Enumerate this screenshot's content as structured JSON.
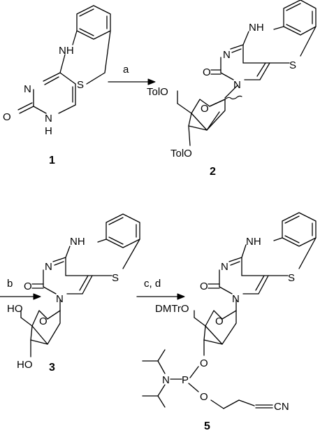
{
  "scheme": {
    "compounds": [
      {
        "id": "1",
        "label": "1"
      },
      {
        "id": "2",
        "label": "2"
      },
      {
        "id": "3",
        "label": "3"
      },
      {
        "id": "5",
        "label": "5"
      }
    ],
    "reagents": {
      "step1": "a",
      "step2": "b",
      "step3": "c, d"
    },
    "atoms": {
      "nh": "NH",
      "h": "H",
      "n": "N",
      "s": "S",
      "o": "O",
      "p": "P",
      "tolo": "TolO",
      "ho": "HO",
      "dmtro": "DMTrO",
      "cn": "CN"
    }
  }
}
